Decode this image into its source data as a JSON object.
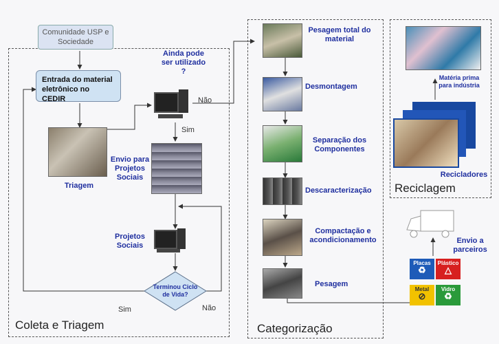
{
  "stakeholders": "Comunidade USP e Sociedade",
  "entry": "Entrada do material eletrônico no CEDIR",
  "question_reuse": "Ainda pode ser utilizado ?",
  "label_no_top": "Não",
  "label_yes": "Sim",
  "triagem": "Triagem",
  "envio_projetos": "Envio para Projetos Sociais",
  "projetos_sociais": "Projetos Sociais",
  "question_end": "Terminou Ciclo de Vida?",
  "label_no_loop": "Não",
  "label_yes_bottom": "Sim",
  "region_coleta": "Coleta e Triagem",
  "region_cat": "Categorização",
  "region_recic": "Reciclagem",
  "steps": {
    "pesagem_total": "Pesagem total do material",
    "desmontagem": "Desmontagem",
    "separacao": "Separação dos Componentes",
    "descaracterizacao": "Descaracterização",
    "compactacao": "Compactação e acondicionamento",
    "pesagem": "Pesagem"
  },
  "materia_prima": "Matéria prima para indústria",
  "recicladores": "Recicladores",
  "envio_parceiros": "Envio a parceiros",
  "bins": [
    "Placas",
    "Plástico",
    "Metal",
    "Vidro"
  ],
  "colors": {
    "accent": "#1f2f9f",
    "box_fill": "#cfe2f3",
    "bin_blue": "#1e5bb8",
    "bin_red": "#d72020",
    "bin_yellow": "#f2c200",
    "bin_green": "#2a9a3a"
  }
}
